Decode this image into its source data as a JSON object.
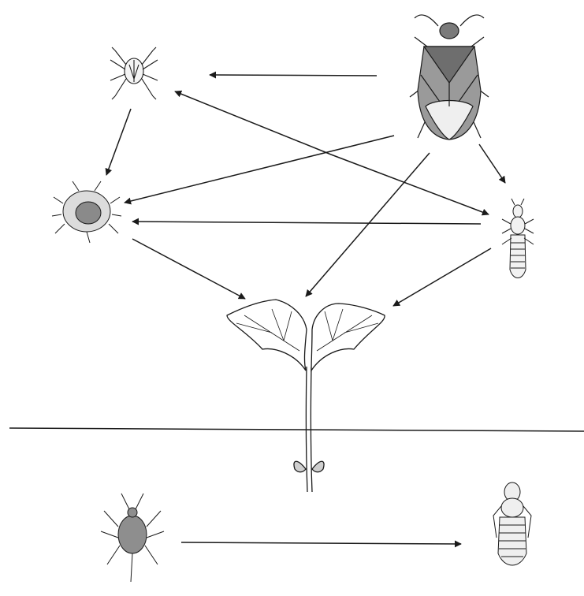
{
  "diagram": {
    "organisms": [
      {
        "id": "predatory-mite-top",
        "icon": "mite-icon"
      },
      {
        "id": "predatory-bug",
        "icon": "bug-icon"
      },
      {
        "id": "spider-mite",
        "icon": "spider-mite-icon"
      },
      {
        "id": "thrips-adult",
        "icon": "thrips-icon"
      },
      {
        "id": "bean-plant",
        "icon": "plant-icon"
      },
      {
        "id": "soil-mite",
        "icon": "mite-icon"
      },
      {
        "id": "thrips-pupa",
        "icon": "thrips-pupa-icon"
      }
    ],
    "links": [
      {
        "from": "predatory-bug",
        "to": "predatory-mite-top"
      },
      {
        "from": "predatory-mite-top",
        "to": "spider-mite"
      },
      {
        "from": "predatory-bug",
        "to": "spider-mite"
      },
      {
        "from": "predatory-bug",
        "to": "thrips-adult"
      },
      {
        "from": "predatory-bug",
        "to": "bean-plant"
      },
      {
        "from": "thrips-adult",
        "to": "predatory-mite-top"
      },
      {
        "from": "predatory-mite-top",
        "to": "thrips-adult"
      },
      {
        "from": "thrips-adult",
        "to": "spider-mite"
      },
      {
        "from": "spider-mite",
        "to": "bean-plant"
      },
      {
        "from": "thrips-adult",
        "to": "bean-plant"
      },
      {
        "from": "soil-mite",
        "to": "thrips-pupa"
      }
    ],
    "colors": {
      "ink": "#1a1a1a",
      "shade": "#8a8a8a",
      "light": "#d9d9d9"
    }
  }
}
